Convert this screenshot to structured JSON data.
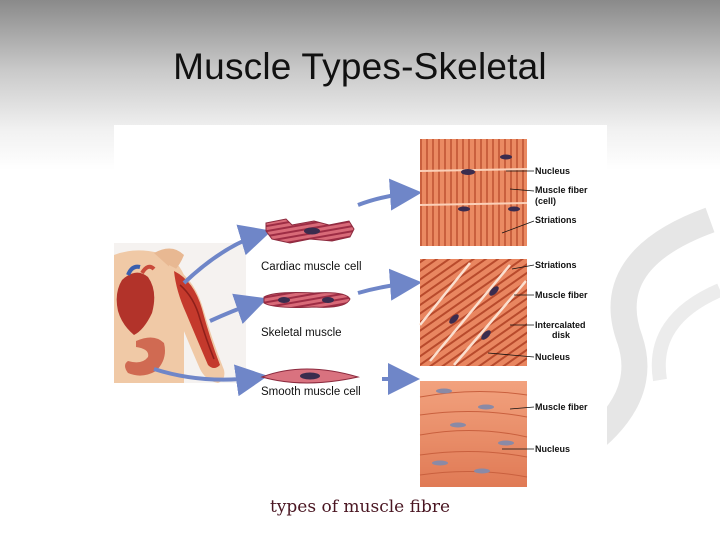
{
  "slide": {
    "title": "Muscle Types-Skeletal"
  },
  "figure": {
    "cell_labels": {
      "cardiac": "Cardiac muscle",
      "cardiac_suffix": "cell",
      "skeletal": "Skeletal muscle",
      "smooth": "Smooth muscle cell"
    },
    "skeletal_panel": {
      "nucleus": "Nucleus",
      "muscle_fiber": "Muscle fiber",
      "cell": "(cell)",
      "striations": "Striations"
    },
    "cardiac_panel": {
      "striations": "Striations",
      "muscle_fiber": "Muscle fiber",
      "intercalated": "Intercalated",
      "disk": "disk",
      "nucleus": "Nucleus"
    },
    "smooth_panel": {
      "muscle_fiber": "Muscle fiber",
      "nucleus": "Nucleus"
    },
    "caption": "types of muscle fibre"
  },
  "colors": {
    "muscle_tissue": "#e9855e",
    "muscle_dark": "#b5462a",
    "nucleus": "#3a2c4e",
    "arrow": "#6f86c8",
    "caption": "#4a1622"
  }
}
